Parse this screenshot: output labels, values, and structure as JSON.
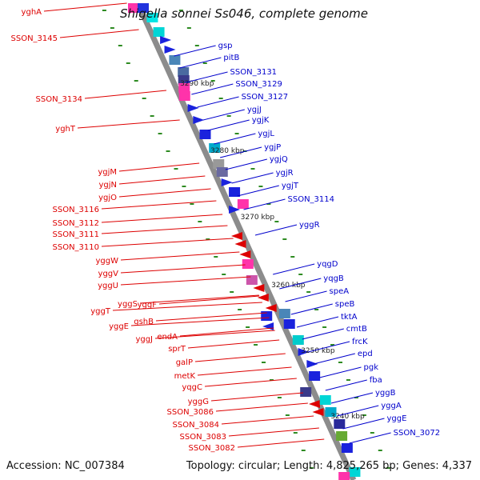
{
  "title": "Shigella sonnei Ss046, complete genome",
  "accession": "Accession: NC_007384",
  "summary": "Topology: circular; Length: 4,825,265 bp; Genes: 4,337",
  "colors": {
    "backbone": "#8c8c8c",
    "right_label": "#0000cc",
    "left_label": "#dd0000",
    "dot": "#2e8b22"
  },
  "ticks": [
    "3290 kbp",
    "3280 kbp",
    "3270 kbp",
    "3260 kbp",
    "3250 kbp",
    "3240 kbp"
  ],
  "right_labels": [
    "gsp",
    "pitB",
    "SSON_3131",
    "SSON_3129",
    "SSON_3127",
    "ygjJ",
    "ygjK",
    "ygjL",
    "ygjP",
    "ygjQ",
    "ygjR",
    "ygjT",
    "SSON_3114",
    "yggR",
    "yqgD",
    "yqgB",
    "speA",
    "speB",
    "tktA",
    "cmtB",
    "frcK",
    "epd",
    "pgk",
    "fba",
    "yggB",
    "yggA",
    "yggE",
    "SSON_3072"
  ],
  "left_labels": [
    "yghA",
    "SSON_3145",
    "SSON_3134",
    "yghT",
    "ygjM",
    "ygjN",
    "ygjO",
    "SSON_3116",
    "SSON_3112",
    "SSON_3111",
    "SSON_3110",
    "yggW",
    "yggV",
    "yggU",
    "yggT",
    "yggS",
    "yggF",
    "yggE",
    "gshB",
    "yggJ",
    "endA",
    "sprT",
    "galP",
    "metK",
    "yqgC",
    "yggG",
    "SSON_3086",
    "SSON_3084",
    "SSON_3083",
    "SSON_3082"
  ]
}
